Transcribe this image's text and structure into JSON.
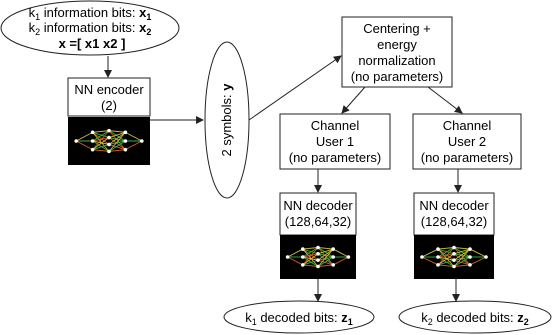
{
  "input": {
    "line1_prefix": "k",
    "line1_sub": "1",
    "line1_text": " information bits: ",
    "line1_var": "x",
    "line1_var_sub": "1",
    "line2_prefix": "k",
    "line2_sub": "2",
    "line2_text": " information bits: ",
    "line2_var": "x",
    "line2_var_sub": "2",
    "line3": "x =[ x1 x2 ]"
  },
  "encoder": {
    "title": "NN encoder",
    "size": "(2)"
  },
  "symbols": {
    "label_prefix": "2 symbols: ",
    "label_var": "y"
  },
  "normalization": {
    "line1": "Centering +",
    "line2": "energy",
    "line3": "normalization",
    "line4": "(no parameters)"
  },
  "channel1": {
    "line1": "Channel",
    "line2": "User 1",
    "line3": "(no parameters)"
  },
  "channel2": {
    "line1": "Channel",
    "line2": "User 2",
    "line3": "(no parameters)"
  },
  "decoder1": {
    "title": "NN decoder",
    "size": "(128,64,32)"
  },
  "decoder2": {
    "title": "NN decoder",
    "size": "(128,64,32)"
  },
  "output1": {
    "prefix": "k",
    "sub": "1",
    "text": " decoded bits: ",
    "var": "z",
    "var_sub": "1"
  },
  "output2": {
    "prefix": "k",
    "sub": "2",
    "text": " decoded bits: ",
    "var": "z",
    "var_sub": "2"
  },
  "colors": {
    "nn_background": "#000000",
    "nn_edge_a": "#c8c040",
    "nn_edge_b": "#3fae3f",
    "nn_edge_c": "#d06020",
    "nn_node": "#ffffff"
  }
}
